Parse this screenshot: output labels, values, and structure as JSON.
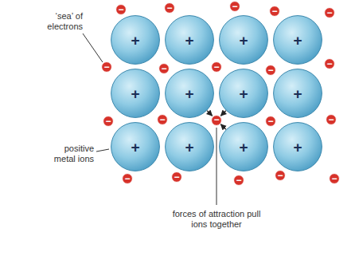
{
  "diagram": {
    "nodes": [
      {
        "text": [
          "+"
        ]
      },
      {
        "text": [
          "+"
        ]
      },
      {
        "text": [
          "+"
        ]
      },
      {
        "text": [
          "+"
        ]
      },
      {
        "text": [
          "+"
        ]
      },
      {
        "text": [
          "+"
        ]
      },
      {
        "text": [
          "+"
        ]
      },
      {
        "text": [
          "+"
        ]
      },
      {
        "text": [
          "+"
        ]
      },
      {
        "text": [
          "+"
        ]
      },
      {
        "text": [
          "+"
        ]
      },
      {
        "text": [
          "+"
        ]
      },
      {
        "text": [
          "−"
        ]
      },
      {
        "text": [
          "−"
        ]
      },
      {
        "text": [
          "−"
        ]
      },
      {
        "text": [
          "−"
        ]
      },
      {
        "text": [
          "−"
        ]
      },
      {
        "text": [
          "−"
        ]
      },
      {
        "text": [
          "−"
        ]
      },
      {
        "text": [
          "−"
        ]
      },
      {
        "text": [
          "−"
        ]
      },
      {
        "text": [
          "−"
        ]
      },
      {
        "text": [
          "−"
        ]
      },
      {
        "text": [
          "−"
        ]
      },
      {
        "text": [
          "−"
        ]
      },
      {
        "text": [
          "−"
        ]
      },
      {
        "text": [
          "−"
        ]
      },
      {
        "text": [
          "−"
        ]
      },
      {
        "text": [
          "−"
        ]
      },
      {
        "text": [
          "−"
        ]
      },
      {
        "text": [
          "−"
        ]
      },
      {
        "text": [
          "−"
        ]
      }
    ],
    "edges": [
      {
        "from": 5,
        "to": 24,
        "arrow": "to"
      },
      {
        "from": 6,
        "to": 24,
        "arrow": "to"
      },
      {
        "from": 10,
        "to": 24,
        "arrow": "to"
      }
    ],
    "labels": [
      "‘sea’ of electrons",
      "positive metal ions",
      "forces of attraction pull ions together"
    ]
  }
}
